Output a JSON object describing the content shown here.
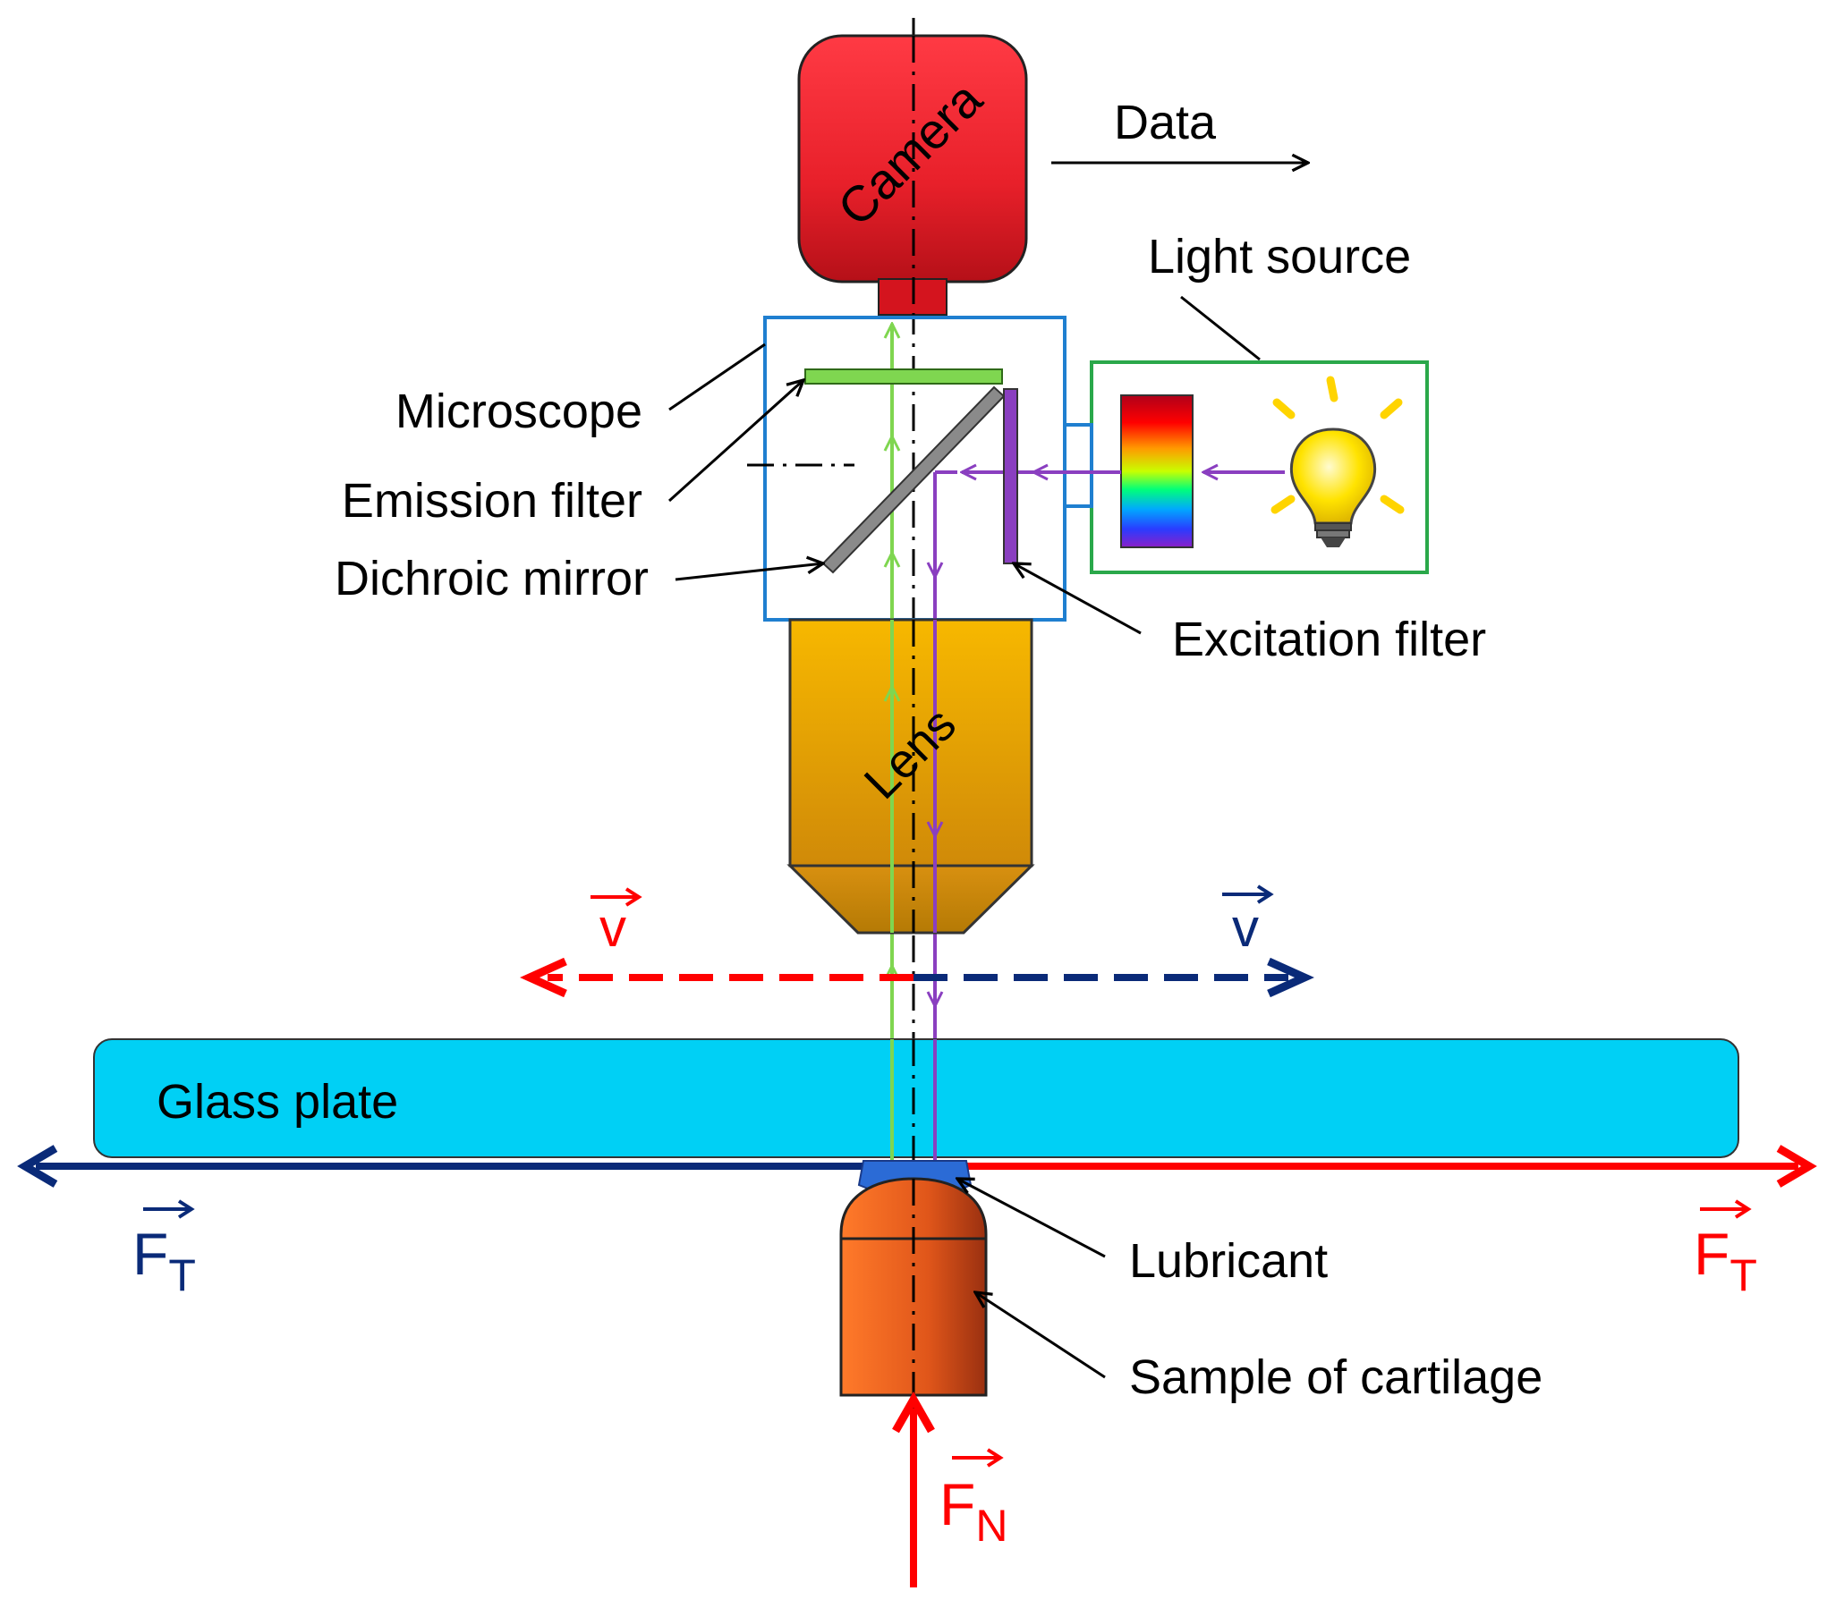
{
  "labels": {
    "camera": "Camera",
    "data": "Data",
    "light_source": "Light source",
    "microscope": "Microscope",
    "emission_filter": "Emission filter",
    "dichroic_mirror": "Dichroic mirror",
    "excitation_filter": "Excitation filter",
    "lens": "Lens",
    "glass_plate": "Glass plate",
    "lubricant": "Lubricant",
    "sample": "Sample of cartilage"
  },
  "symbols": {
    "velocity": "v",
    "force": "F",
    "tangential_sub": "T",
    "normal_sub": "N"
  },
  "colors": {
    "camera": "#e8202a",
    "camera_dark": "#b51018",
    "lens_top": "#f5b400",
    "lens_bottom": "#c27f0a",
    "microscope_frame": "#1f7fd0",
    "light_source_frame": "#2aa84a",
    "emission_beam": "#7fd650",
    "excitation_beam": "#8a3fc0",
    "glass_plate": "#00d0f5",
    "lubricant": "#2b6bd6",
    "sample": "#e8551a",
    "force_red": "#ff0000",
    "force_navy": "#0a2a78",
    "velocity_red": "#ff0000",
    "velocity_navy": "#0a2a78"
  }
}
